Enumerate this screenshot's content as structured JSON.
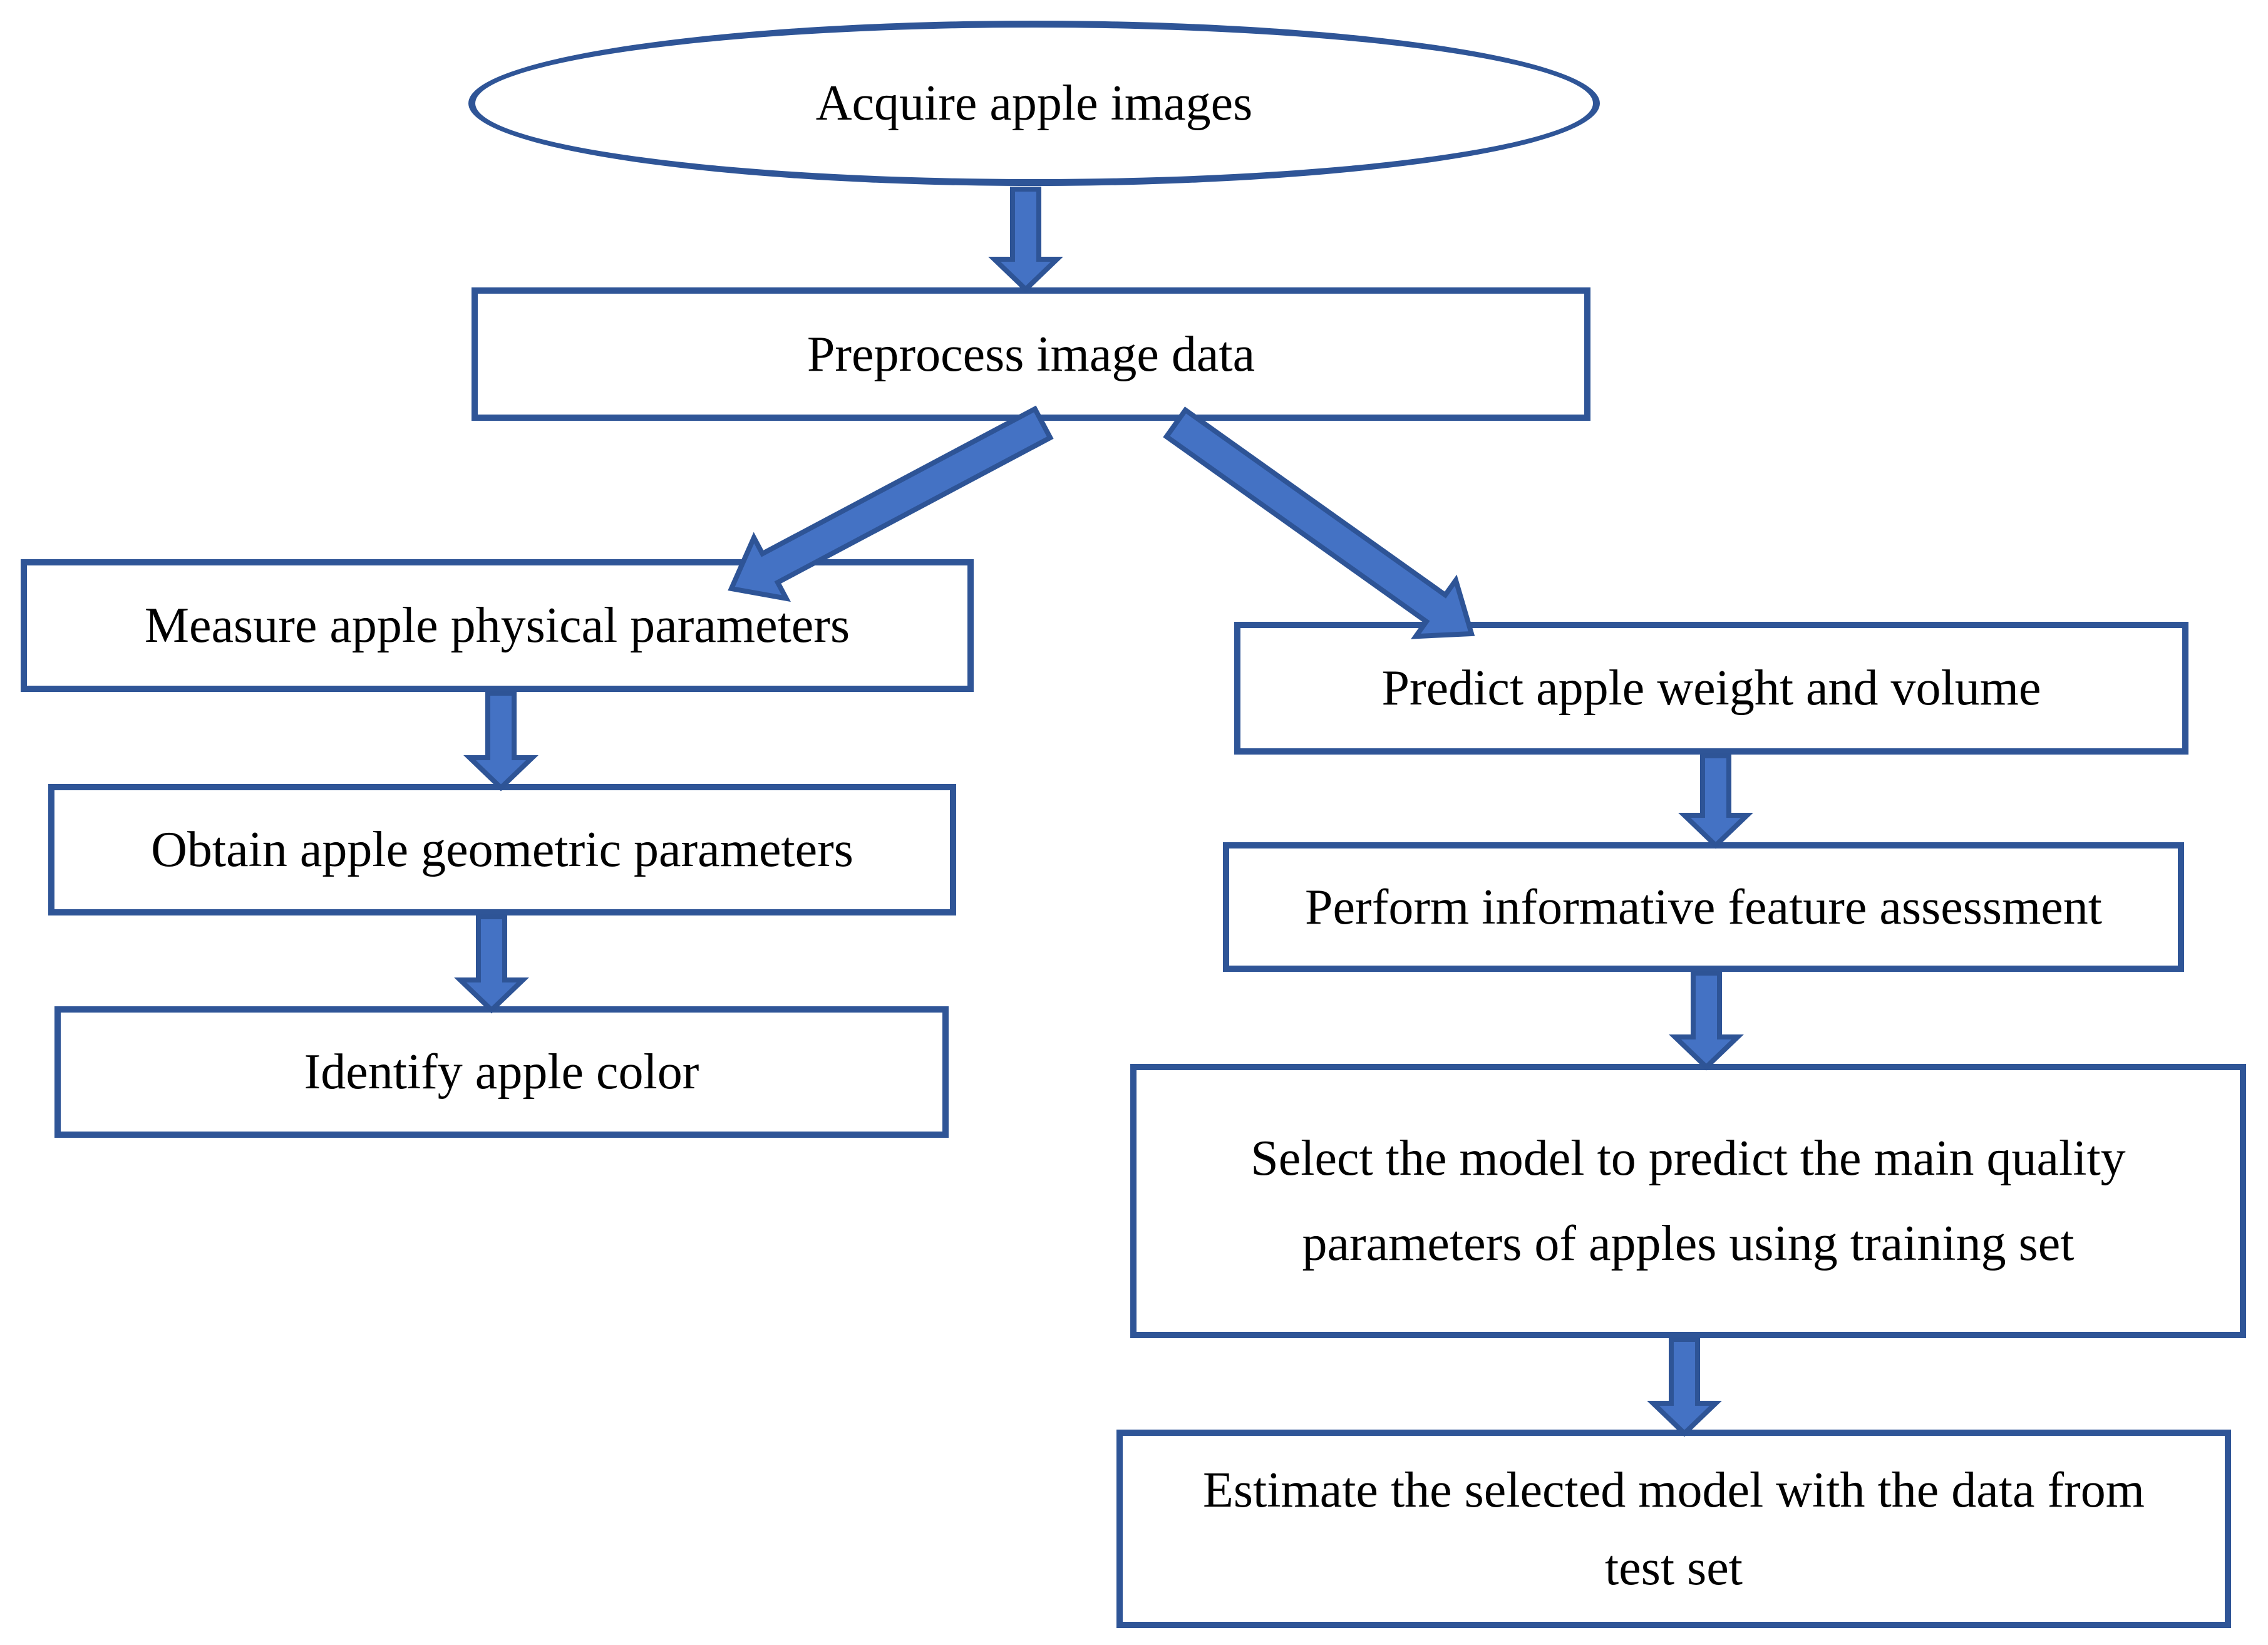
{
  "diagram": {
    "title": "Apple quality assessment flowchart",
    "nodes": {
      "acquire": {
        "label": "Acquire apple images",
        "shape": "ellipse"
      },
      "preprocess": {
        "label": "Preprocess image data",
        "shape": "rectangle"
      },
      "measure": {
        "label": "Measure apple physical parameters",
        "shape": "rectangle"
      },
      "obtain": {
        "label": "Obtain apple geometric parameters",
        "shape": "rectangle"
      },
      "identify": {
        "label": "Identify apple color",
        "shape": "rectangle"
      },
      "predict": {
        "label": "Predict apple weight and volume",
        "shape": "rectangle"
      },
      "perform": {
        "label": "Perform informative feature assessment",
        "shape": "rectangle"
      },
      "select": {
        "label": "Select the model to predict the main quality\nparameters of apples using training set",
        "shape": "rectangle"
      },
      "estimate": {
        "label": "Estimate the selected model with the data from\ntest set",
        "shape": "rectangle"
      }
    },
    "edges": [
      {
        "from": "acquire",
        "to": "preprocess"
      },
      {
        "from": "preprocess",
        "to": "measure"
      },
      {
        "from": "preprocess",
        "to": "predict"
      },
      {
        "from": "measure",
        "to": "obtain"
      },
      {
        "from": "obtain",
        "to": "identify"
      },
      {
        "from": "predict",
        "to": "perform"
      },
      {
        "from": "perform",
        "to": "select"
      },
      {
        "from": "select",
        "to": "estimate"
      }
    ],
    "colors": {
      "box_border": "#2F5597",
      "arrow_fill": "#4472C4",
      "arrow_outline": "#2E5496",
      "text": "#000000",
      "background": "#FFFFFF"
    }
  }
}
